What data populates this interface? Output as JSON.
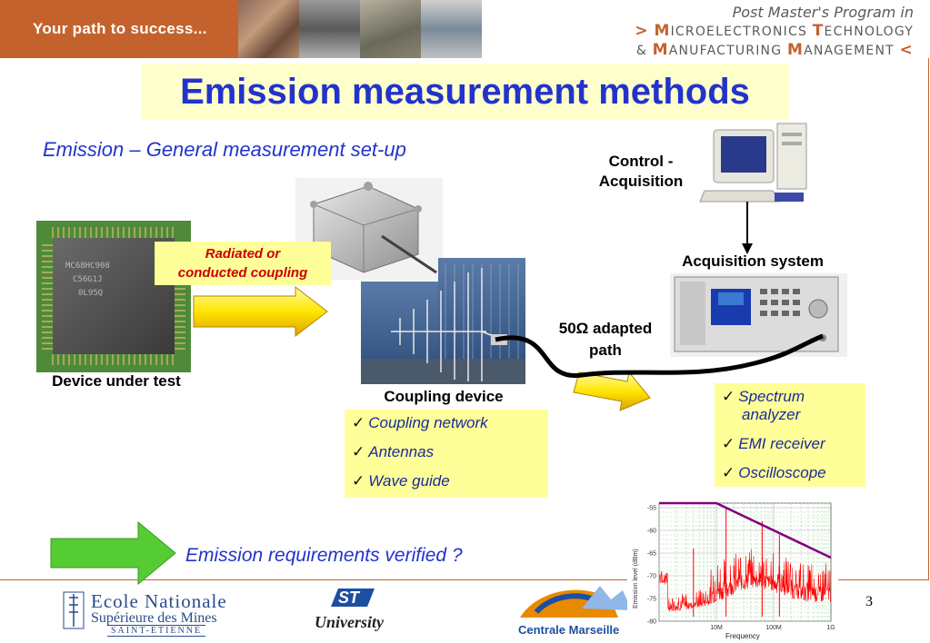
{
  "header": {
    "tagline": "Your path to success...",
    "program_line1": "Post Master's Program in",
    "program_line2_prefix": ">",
    "program_line2_a": "M",
    "program_line2_b": "ICROELECTRONICS ",
    "program_line2_c": "T",
    "program_line2_d": "ECHNOLOGY",
    "program_line3_prefix": "&",
    "program_line3_a": "M",
    "program_line3_b": "ANUFACTURING ",
    "program_line3_c": "M",
    "program_line3_d": "ANAGEMENT",
    "program_line3_suffix": "<"
  },
  "slide": {
    "title": "Emission measurement methods",
    "subtitle": "Emission – General measurement set-up",
    "device_label": "Device under test",
    "coupling_line1": "Radiated or",
    "coupling_line2": "conducted coupling",
    "coupling_device_label": "Coupling device",
    "coupling_items": [
      "Coupling network",
      "Antennas",
      "Wave guide"
    ],
    "control_line1": "Control -",
    "control_line2": "Acquisition",
    "acq_system_label": "Acquisition system",
    "path_line1": "50Ω adapted",
    "path_line2": "path",
    "acq_items": [
      "Spectrum",
      "analyzer",
      "EMI receiver",
      "Oscilloscope"
    ],
    "verified": "Emission requirements verified ?",
    "page_number": "3",
    "check_glyph": "✓"
  },
  "footer": {
    "ens_line1": "Ecole Nationale",
    "ens_line2": "Supérieure des Mines",
    "ens_line3": "SAINT-ETIENNE",
    "st_university": "University",
    "centrale": "Centrale Marseille"
  },
  "chart_data": {
    "type": "line",
    "xlabel": "Frequency",
    "ylabel": "Emission level (dBm)",
    "x_scale": "log",
    "x_ticks": [
      "10M",
      "100M",
      "1G"
    ],
    "y_ticks": [
      -55,
      -60,
      -65,
      -70,
      -75,
      -80
    ],
    "ylim": [
      -80,
      -54
    ],
    "series": [
      {
        "type": "limit",
        "color": "#800080",
        "points": [
          [
            1000000,
            -54
          ],
          [
            10000000,
            -54
          ],
          [
            1000000000,
            -66
          ]
        ]
      },
      {
        "type": "measurement",
        "color": "#ff0000"
      }
    ],
    "grid": true
  },
  "colors": {
    "accent": "#c4622d",
    "title_blue": "#2233cc",
    "highlight": "#ffff99",
    "arrow_yellow": "#ffee00",
    "arrow_green": "#55cc33"
  }
}
